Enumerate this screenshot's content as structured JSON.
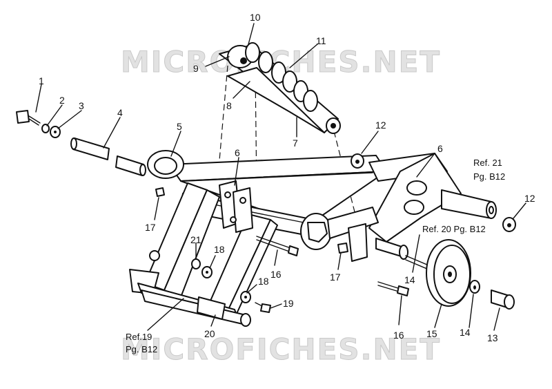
{
  "watermark": "MICROFICHES.NET",
  "callouts": [
    {
      "id": "c1",
      "text": "1"
    },
    {
      "id": "c2",
      "text": "2"
    },
    {
      "id": "c3",
      "text": "3"
    },
    {
      "id": "c4",
      "text": "4"
    },
    {
      "id": "c5",
      "text": "5"
    },
    {
      "id": "c6a",
      "text": "6"
    },
    {
      "id": "c6b",
      "text": "6"
    },
    {
      "id": "c7",
      "text": "7"
    },
    {
      "id": "c8",
      "text": "8"
    },
    {
      "id": "c9",
      "text": "9"
    },
    {
      "id": "c10",
      "text": "10"
    },
    {
      "id": "c11",
      "text": "11"
    },
    {
      "id": "c12a",
      "text": "12"
    },
    {
      "id": "c12b",
      "text": "12"
    },
    {
      "id": "c13",
      "text": "13"
    },
    {
      "id": "c14a",
      "text": "14"
    },
    {
      "id": "c14b",
      "text": "14"
    },
    {
      "id": "c15",
      "text": "15"
    },
    {
      "id": "c16a",
      "text": "16"
    },
    {
      "id": "c16b",
      "text": "16"
    },
    {
      "id": "c17a",
      "text": "17"
    },
    {
      "id": "c17b",
      "text": "17"
    },
    {
      "id": "c18a",
      "text": "18"
    },
    {
      "id": "c18b",
      "text": "18"
    },
    {
      "id": "c19",
      "text": "19"
    },
    {
      "id": "c20",
      "text": "20"
    },
    {
      "id": "c21",
      "text": "21"
    }
  ],
  "refs": {
    "ref21_line1": "Ref. 21",
    "ref21_line2": "Pg. B12",
    "ref20": "Ref. 20 Pg. B12",
    "ref19_line1": "Ref.19",
    "ref19_line2": "Pg. B12"
  }
}
